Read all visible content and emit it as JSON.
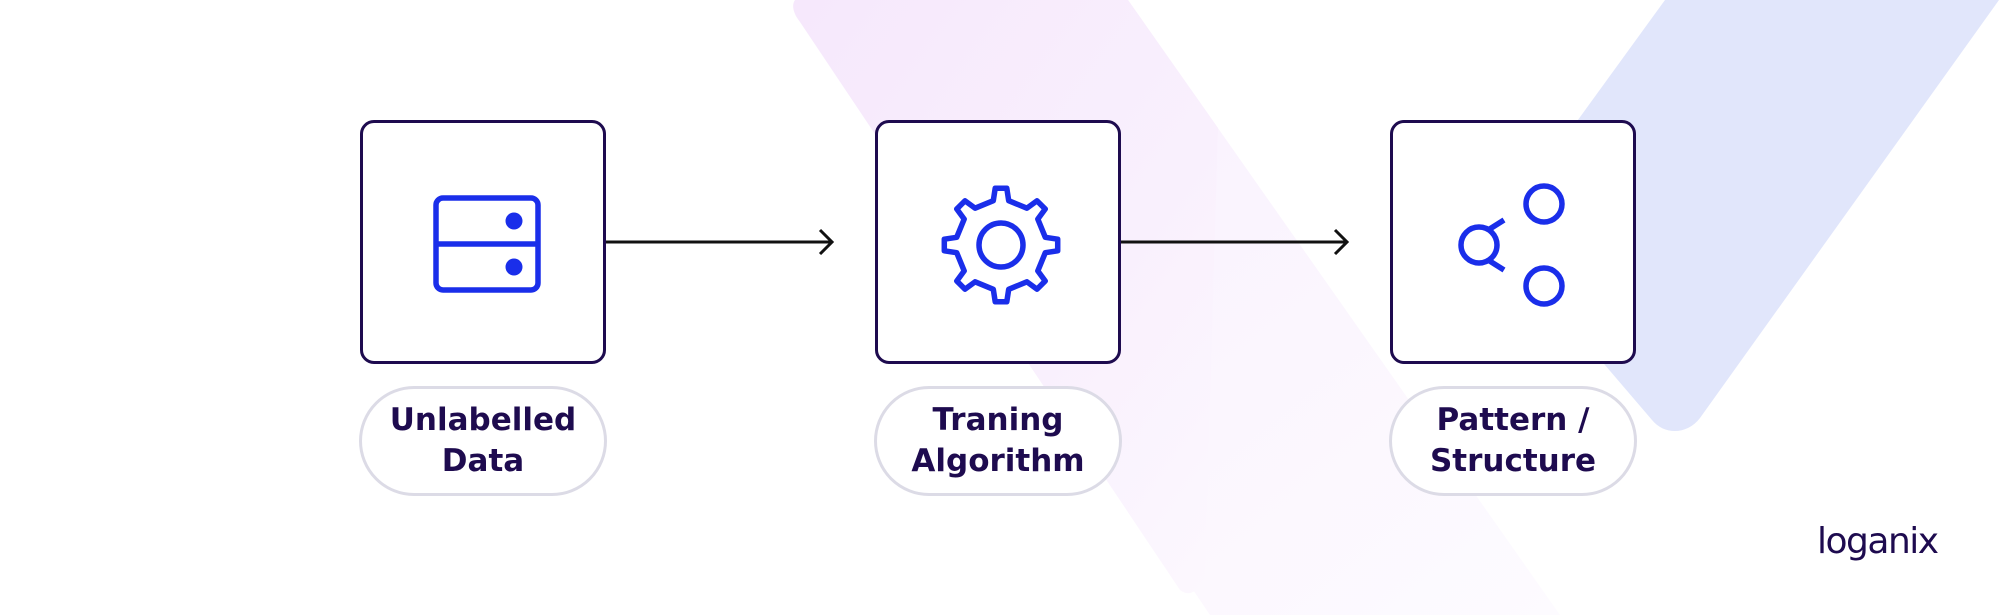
{
  "colors": {
    "icon_blue": "#1a2eea",
    "outline_navy": "#1e0b4f",
    "pill_border": "#dcdbe6",
    "bg_pink": "#f5e8fc",
    "bg_blue": "#e0e5fa"
  },
  "nodes": [
    {
      "icon": "database-icon",
      "label": "Unlabelled\nData"
    },
    {
      "icon": "gear-icon",
      "label": "Traning\nAlgorithm"
    },
    {
      "icon": "share-icon",
      "label": "Pattern /\nStructure"
    }
  ],
  "logo": {
    "text": "loganix"
  }
}
